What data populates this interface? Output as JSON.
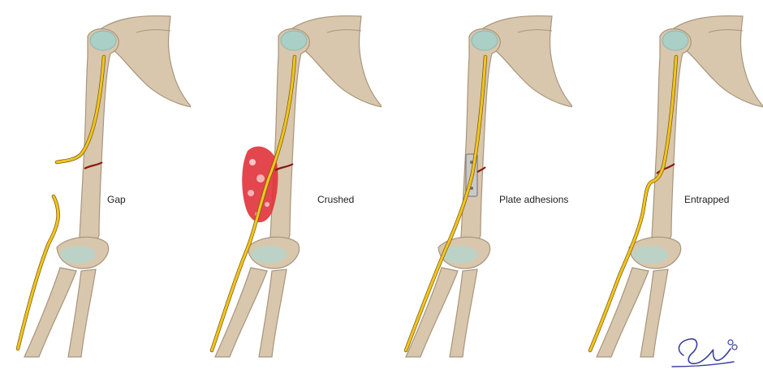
{
  "panels": [
    {
      "id": "gap",
      "label": "Gap"
    },
    {
      "id": "crushed",
      "label": "Crushed"
    },
    {
      "id": "plate",
      "label": "Plate adhesions"
    },
    {
      "id": "entrapped",
      "label": "Entrapped"
    }
  ],
  "colors": {
    "bone": "#d8c7ad",
    "bone_shade": "#a8957c",
    "cartilage": "#a9cfc6",
    "nerve": "#f2c51e",
    "nerve_edge": "#7a5a10",
    "fracture": "#8a1a10",
    "hematoma": "#e0323a",
    "plate": "#c9c9c9",
    "signature": "#3a3fa0"
  },
  "signature": {
    "kind": "artist-signature"
  }
}
